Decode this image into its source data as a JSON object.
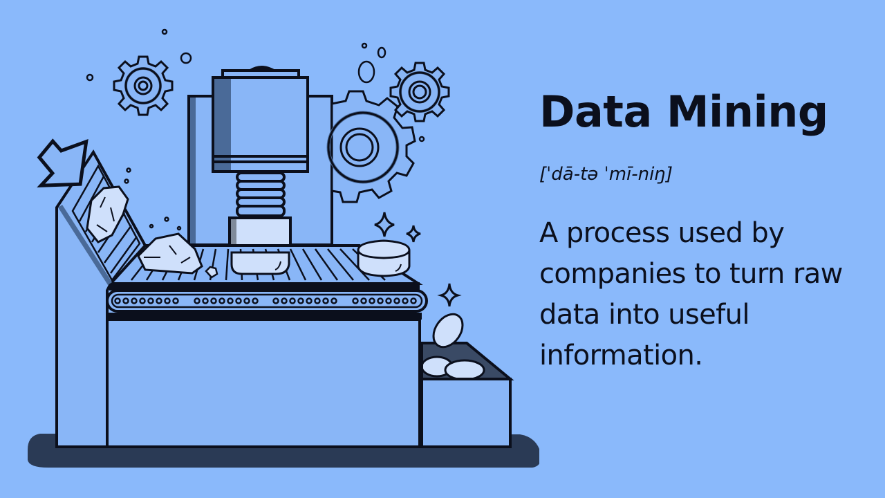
{
  "title": "Data Mining",
  "pronunciation": "[ˈdā-tə ˈmī-niŋ]",
  "definition": "A process used by companies to turn raw data into useful information.",
  "illustration": {
    "subject": "conveyor-belt mining machine turning raw rocks into polished stones",
    "elements": [
      "gear-icon",
      "gear-icon",
      "gear-icon",
      "press-machine",
      "conveyor-belt",
      "rock",
      "polished-stone",
      "sparkle-icon",
      "arrow-icon",
      "collection-bin"
    ]
  },
  "colors": {
    "background": "#8ab9fb",
    "ink": "#0b0f1c",
    "shadow": "#2a3a55",
    "stone_fill": "#cfe0fb",
    "machine_fill": "#89b6f7",
    "dark_shade": "#4a6a98"
  }
}
